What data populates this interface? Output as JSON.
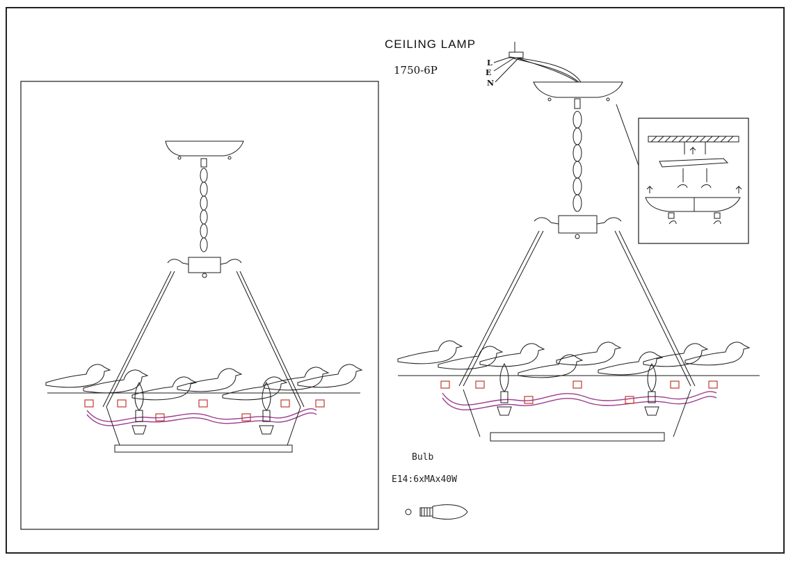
{
  "title": "CEILING LAMP",
  "model": "1750-6P",
  "wire_labels": {
    "l": "L",
    "e": "E",
    "n": "N"
  },
  "bulb": {
    "label": "Bulb",
    "spec": "E14:6xMAx40W"
  },
  "colors": {
    "line": "#1a1a1a",
    "wire": "#9a3c8c",
    "socket_accent": "#c0392b"
  }
}
